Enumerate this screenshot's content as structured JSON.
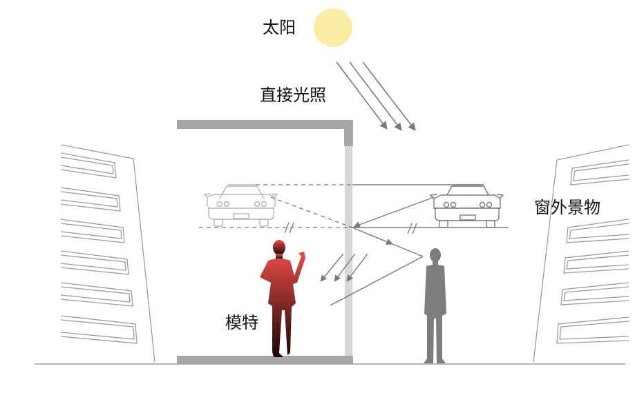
{
  "labels": {
    "sun": "太阳",
    "direct_light": "直接光照",
    "outside_scene": "窗外景物",
    "model": "模特"
  },
  "colors": {
    "sun": "#fbeca3",
    "wall": "#a6a6a6",
    "glass": "#d6d6d6",
    "ground": "#9a9a9a",
    "outline": "#9b9b9b",
    "arrow": "#7a7a7a",
    "dashed": "#777777",
    "observer": "#7d7d7d",
    "model_top": "#e94b48",
    "model_bottom": "#1a0505"
  }
}
